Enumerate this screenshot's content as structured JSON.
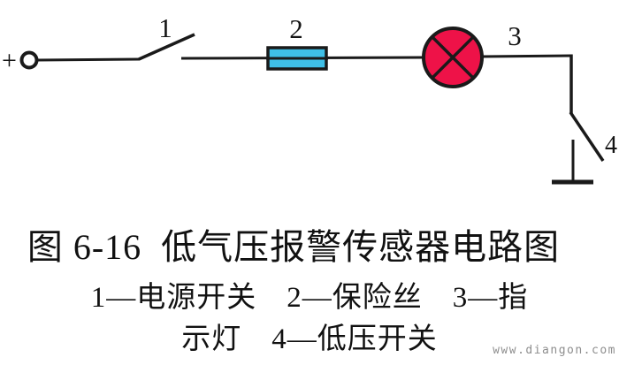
{
  "figure": {
    "caption": "图 6-16  低气压报警传感器电路图",
    "legend_line1": "1—电源开关　2—保险丝　3—指",
    "legend_line2": "示灯　4—低压开关",
    "watermark": "www.diangon.com"
  },
  "circuit": {
    "plus_label": "+",
    "switch1_label": "1",
    "fuse_label": "2",
    "lamp_label": "3",
    "switch4_label": "4",
    "colors": {
      "ink": "#1a1a1a",
      "fuse_fill": "#3fc0e8",
      "lamp_fill": "#ee1248",
      "terminal_fill": "#ffffff"
    }
  }
}
